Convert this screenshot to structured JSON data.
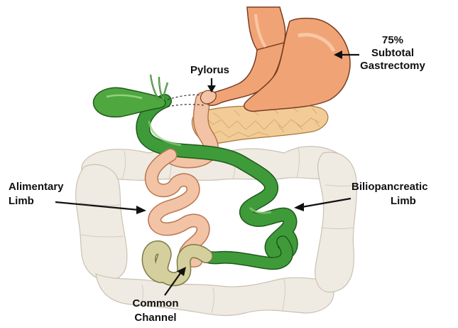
{
  "labels": {
    "pylorus": "Pylorus",
    "gastrectomy": [
      "75%",
      "Subtotal",
      "Gastrectomy"
    ],
    "alimentary": [
      "Alimentary",
      "Limb"
    ],
    "biliopancreatic": [
      "Biliopancreatic",
      "Limb"
    ],
    "common": [
      "Common",
      "Channel"
    ]
  },
  "colors": {
    "stomach": "#f0a476",
    "stomach_stroke": "#7a3d22",
    "bowel_pink": "#f3c3a6",
    "green_limb": "#3f9b3a",
    "gallbladder": "#4fa83f",
    "pancreas": "#f2cc96",
    "colon": "#efebe2",
    "common_channel": "#d4cf9c"
  }
}
